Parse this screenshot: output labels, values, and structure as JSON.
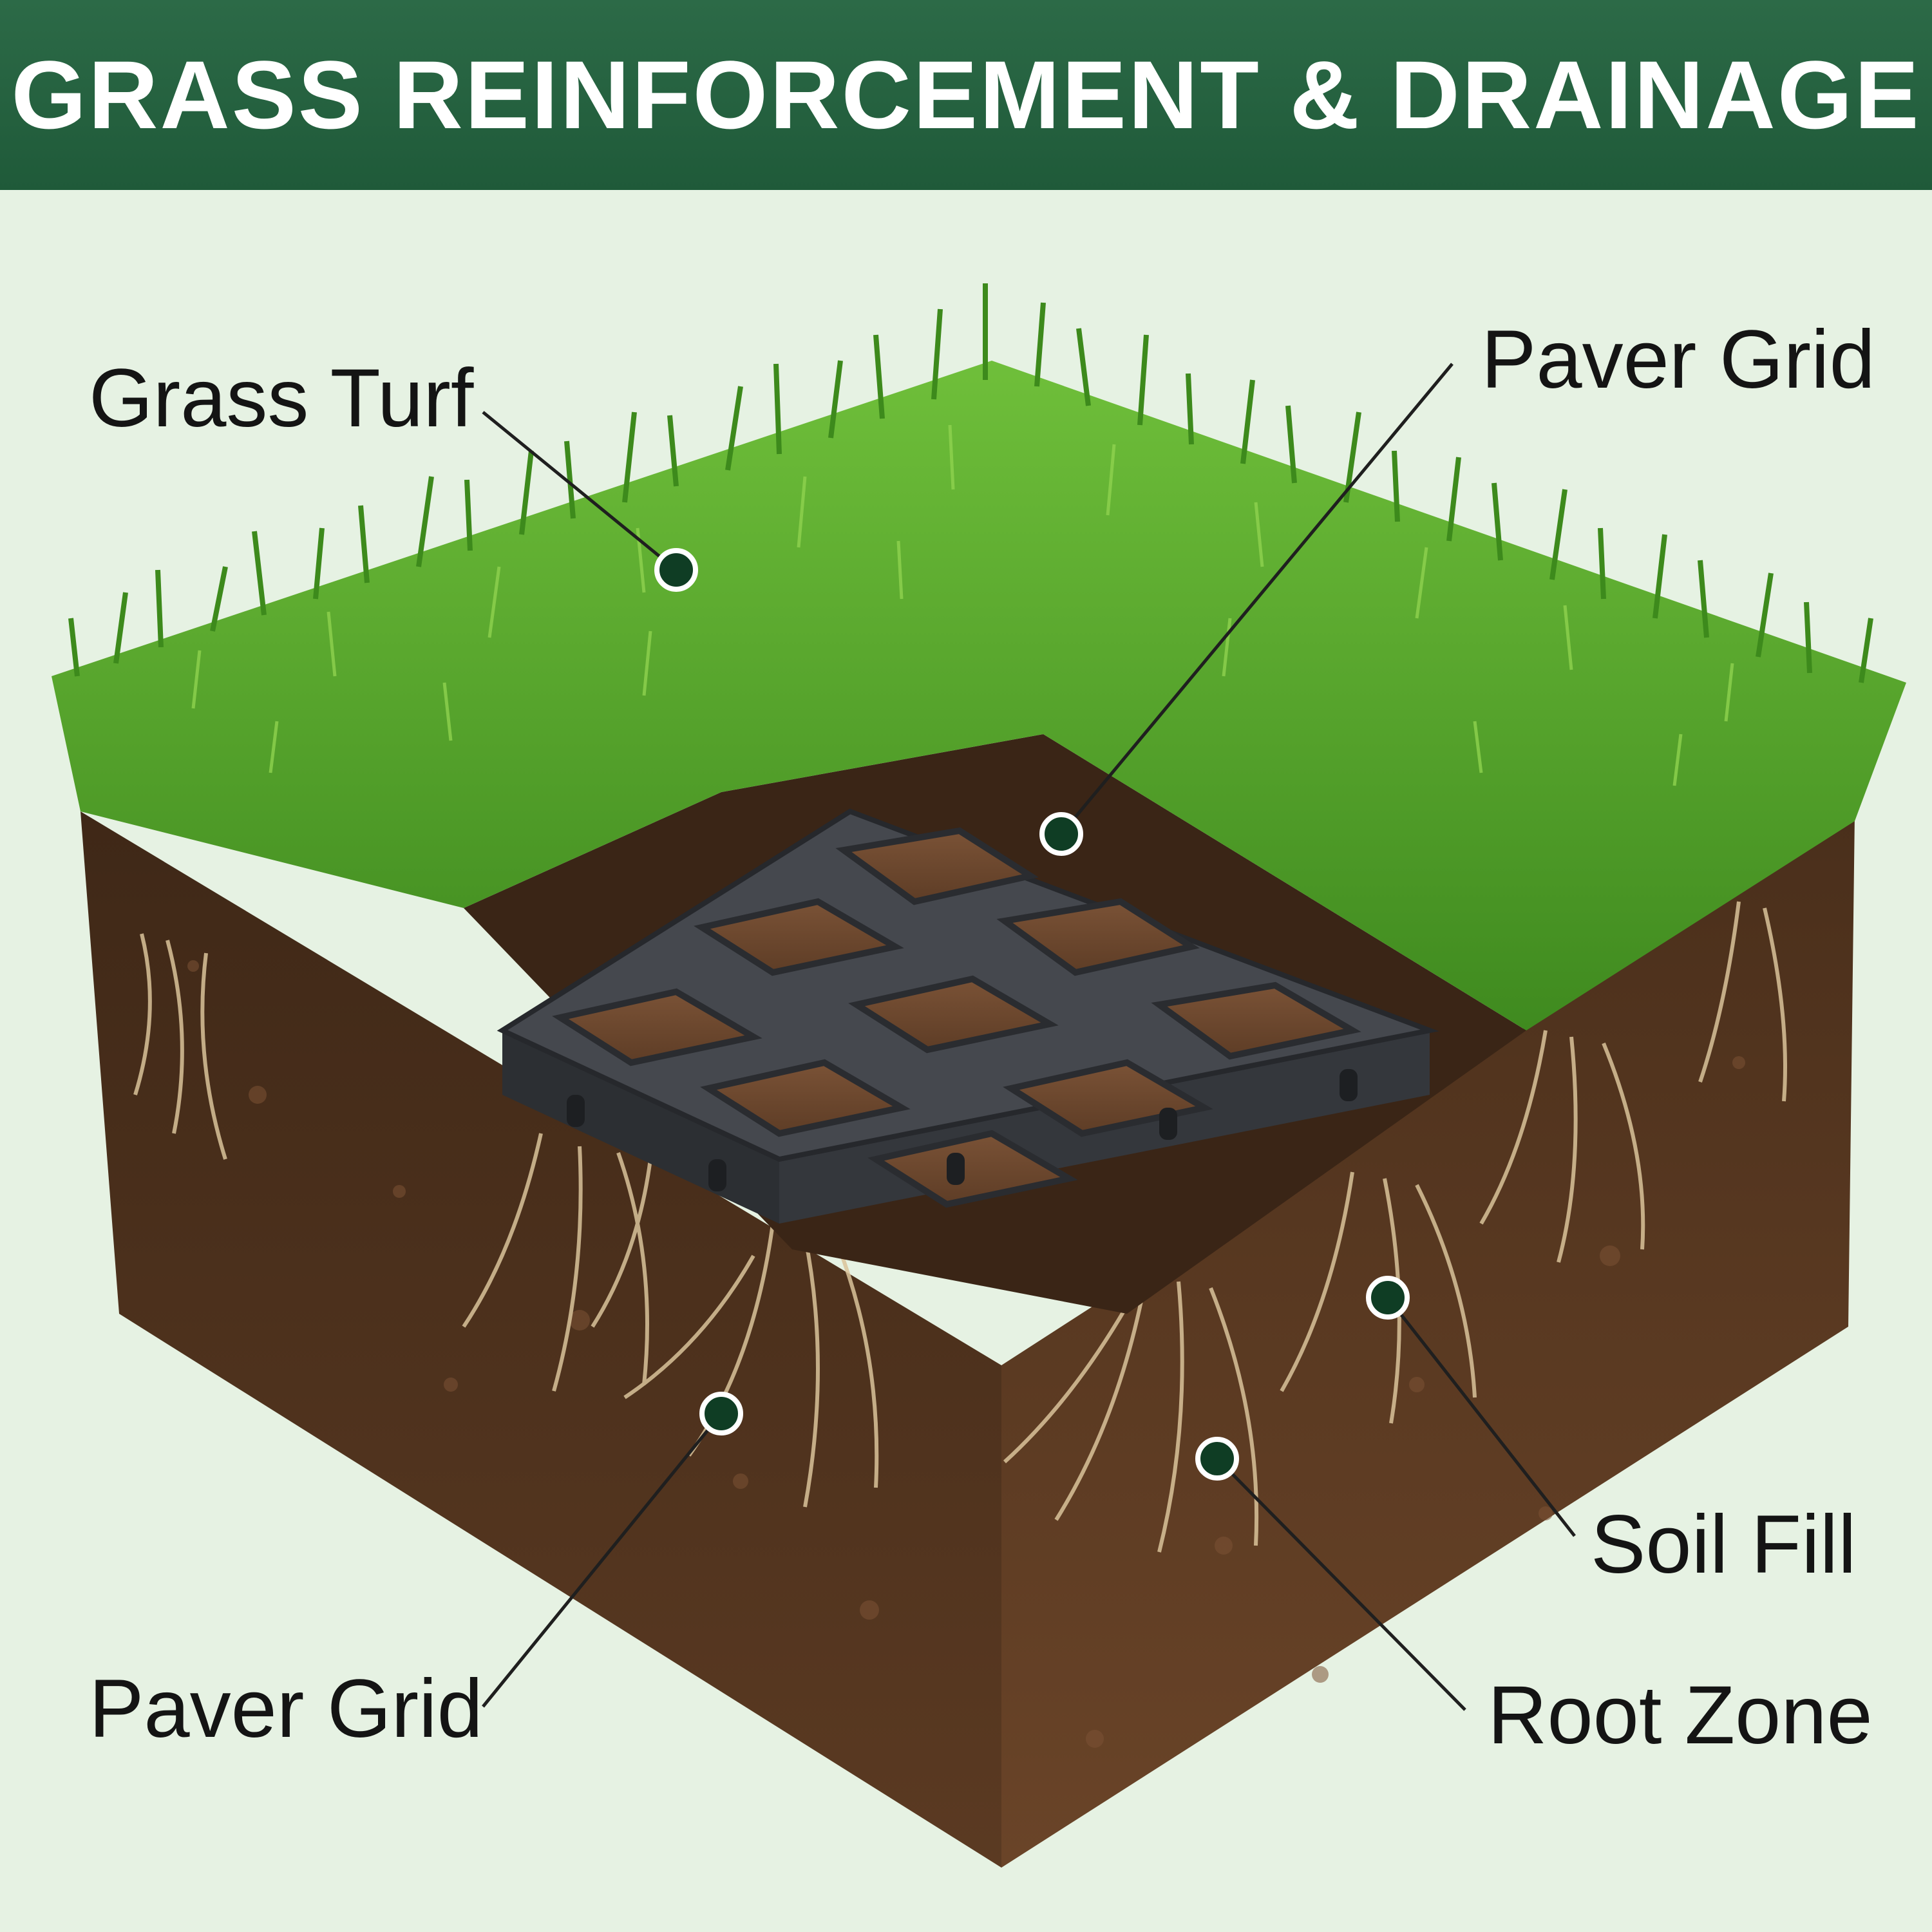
{
  "title": "GRASS REINFORCEMENT & DRAINAGE",
  "labels": {
    "grass_turf": "Grass Turf",
    "paver_grid_top": "Paver Grid",
    "soil_fill": "Soil Fill",
    "paver_grid_bottom": "Paver Grid",
    "root_zone": "Root Zone"
  },
  "colors": {
    "banner": "#1f5a39",
    "background": "#e6f2e3",
    "grass": "#4e9a22",
    "soil": "#5a3a24",
    "grid": "#3e4146",
    "callout_dot": "#0f3d24"
  }
}
